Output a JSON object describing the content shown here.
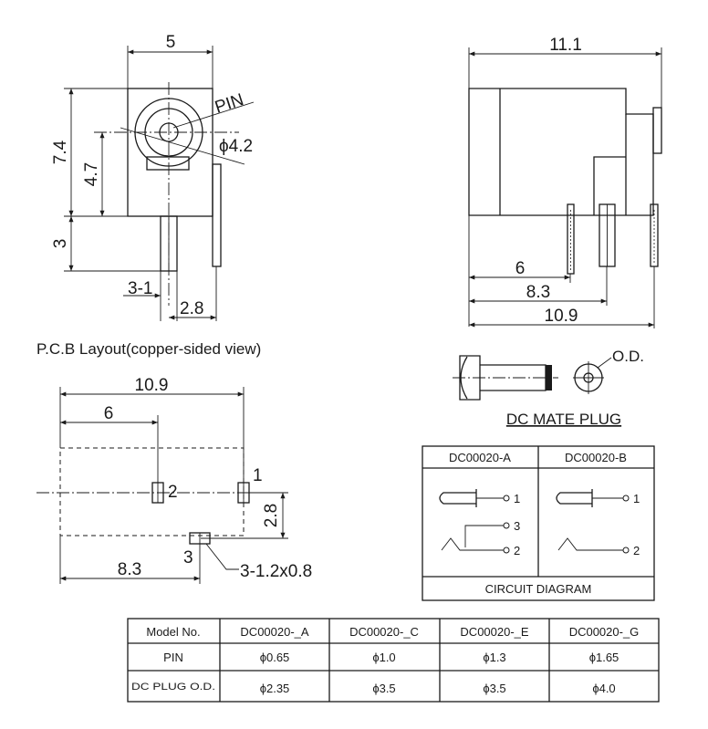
{
  "front_view": {
    "width": "5",
    "height": "7.4",
    "center_height": "4.7",
    "pin_length": "3",
    "pin_label": "PIN",
    "pin_diameter": "ϕ4.2",
    "pin_offset": "3-1",
    "pin_spacing": "2.8"
  },
  "side_view": {
    "length": "11.1",
    "dim_pin1": "6",
    "dim_pin2": "8.3",
    "dim_pin3": "10.9"
  },
  "pcb": {
    "title": "P.C.B Layout(copper-sided view)",
    "dim_total": "10.9",
    "dim_pin2": "6",
    "dim_pin3": "8.3",
    "dim_vertical": "2.8",
    "pad1": "1",
    "pad2": "2",
    "pad3": "3",
    "hole_note": "3-1.2x0.8"
  },
  "plug": {
    "title": "DC MATE PLUG",
    "od_label": "O.D."
  },
  "circuit": {
    "col_a": "DC00020-A",
    "col_b": "DC00020-B",
    "a_pin1": "1",
    "a_pin3": "3",
    "a_pin2": "2",
    "b_pin1": "1",
    "b_pin2": "2",
    "caption": "CIRCUIT DIAGRAM"
  },
  "spec_table": {
    "headers": [
      "Model No.",
      "DC00020-_A",
      "DC00020-_C",
      "DC00020-_E",
      "DC00020-_G"
    ],
    "rows": [
      [
        "PIN",
        "ϕ0.65",
        "ϕ1.0",
        "ϕ1.3",
        "ϕ1.65"
      ],
      [
        "DC PLUG O.D.",
        "ϕ2.35",
        "ϕ3.5",
        "ϕ3.5",
        "ϕ4.0"
      ]
    ]
  }
}
